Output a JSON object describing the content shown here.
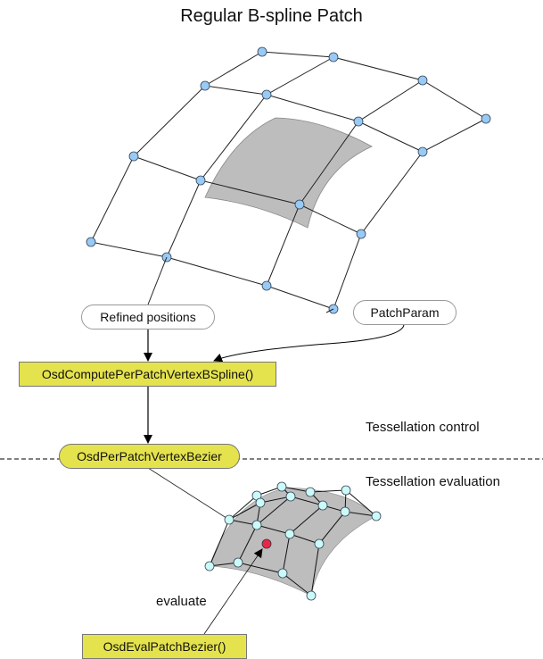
{
  "title": "Regular B-spline Patch",
  "nodes": {
    "refined_positions": "Refined positions",
    "patch_param": "PatchParam",
    "compute_bspline": "OsdComputePerPatchVertexBSpline()",
    "per_patch_vertex_bezier": "OsdPerPatchVertexBezier",
    "eval_patch_bezier": "OsdEvalPatchBezier()"
  },
  "labels": {
    "tess_control": "Tessellation control",
    "tess_evaluation": "Tessellation evaluation",
    "evaluate": "evaluate"
  },
  "colors": {
    "bspline_vertex": "#99c9f5",
    "bezier_vertex": "#ccfaf8",
    "eval_point": "#e8264a",
    "surface": "#bdbdbd",
    "function_fill": "#e5e34d"
  }
}
